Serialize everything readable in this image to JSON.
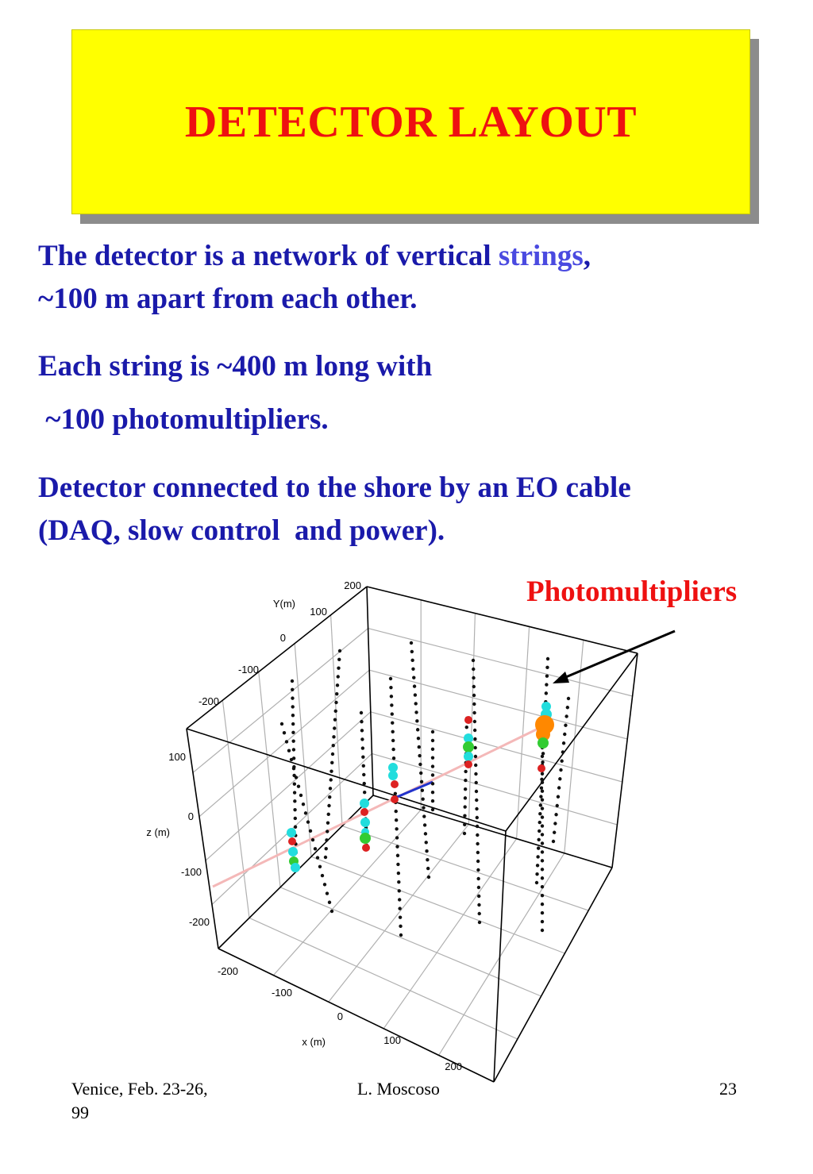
{
  "title": "DETECTOR LAYOUT",
  "paragraphs": {
    "p1_line1_before": "The detector is a network of vertical ",
    "p1_line1_highlight": "strings",
    "p1_line1_after": ",",
    "p1_line2": "~100 m apart from each other.",
    "p2_line1": "Each string is ~400 m long with",
    "p2_line2": " ~100 photomultipliers.",
    "p3_line1": "Detector connected to the shore by an EO cable",
    "p3_line2": "(DAQ, slow control  and power)."
  },
  "callout": {
    "label": "Photomultipliers"
  },
  "figure": {
    "y_axis_label": "Y(m)",
    "y_ticks": [
      "200",
      "100",
      "0",
      "-100",
      "-200"
    ],
    "z_axis_label": "z (m)",
    "z_ticks": [
      "100",
      "0",
      "-100",
      "-200"
    ],
    "x_axis_label": "x (m)",
    "x_ticks": [
      "-200",
      "-100",
      "0",
      "100",
      "200"
    ],
    "colors": {
      "pmt": "#111111",
      "hit_cyan": "#22dddd",
      "hit_red": "#dd2222",
      "hit_green": "#33cc33",
      "hit_orange": "#ff8800",
      "track": "#f4b8b8",
      "track_segment": "#2233cc"
    }
  },
  "footer": {
    "left": "Venice, Feb. 23-26, 99",
    "center": "L. Moscoso",
    "right": "23"
  }
}
